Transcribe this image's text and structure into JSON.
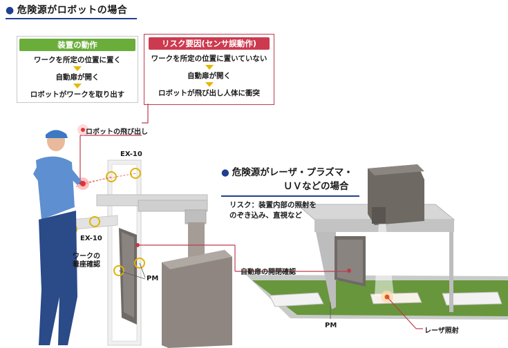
{
  "section1": {
    "title": "危険源がロボットの場合",
    "device_box": {
      "header": "装置の動作",
      "steps": [
        "ワークを所定の位置に置く",
        "自動扉が開く",
        "ロボットがワークを取り出す"
      ]
    },
    "risk_box": {
      "header": "リスク要因(センサ誤動作)",
      "steps": [
        "ワークを所定の位置に置いていない",
        "自動扉が開く",
        "ロボットが飛び出し人体に衝突"
      ]
    },
    "labels": {
      "robot_jump": "ロボットの飛び出し",
      "ex10_top": "EX-10",
      "ex10_bottom": "EX-10",
      "work_check": "ワークの\n着座確認",
      "pm": "PM"
    }
  },
  "section2": {
    "title_line1": "危険源がレーザ・プラズマ・",
    "title_line2": "ＵＶなどの場合",
    "risk": "リスク：装置内部の照射を\nのぞき込み、直視など",
    "labels": {
      "door_check": "自動扉の開閉確認",
      "pm": "PM",
      "laser": "レーザ照射"
    }
  },
  "colors": {
    "accent_blue": "#1f3f8f",
    "green_header": "#6aad3b",
    "red_header": "#cc3a4f",
    "arrow_yellow": "#e6b800",
    "leader_red": "#c0394b"
  }
}
